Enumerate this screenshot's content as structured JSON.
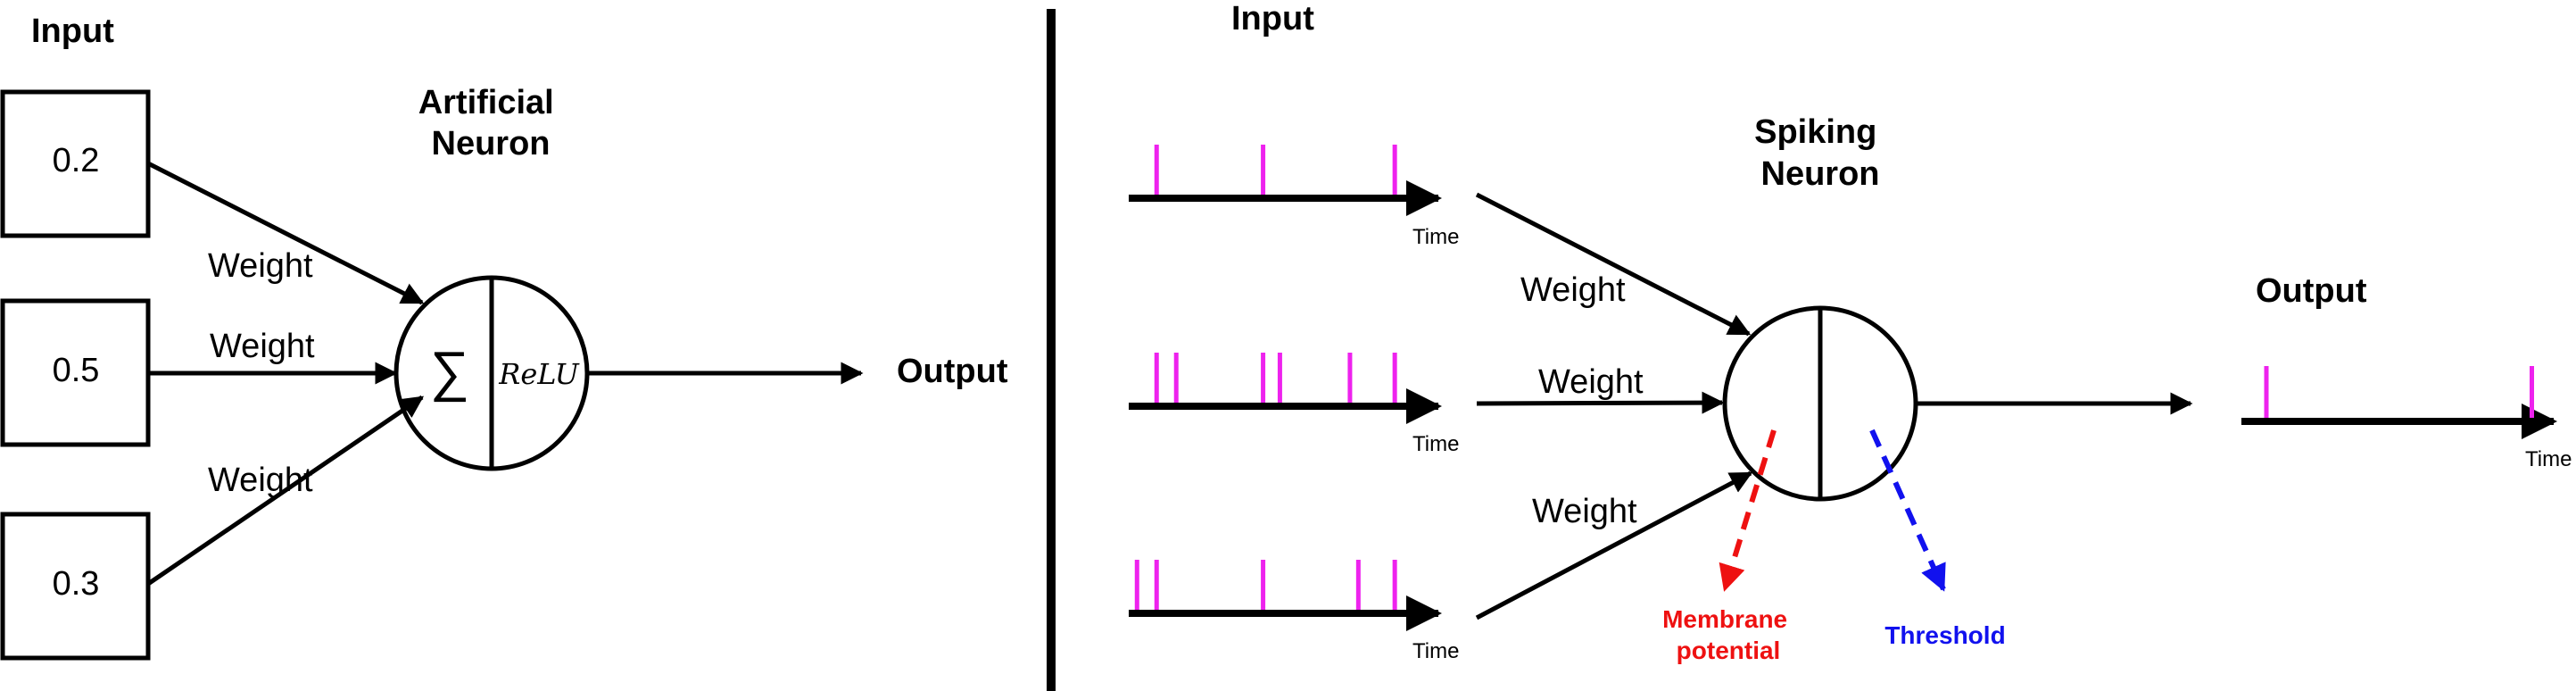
{
  "ann": {
    "input_label": "Input",
    "title": [
      "Artificial",
      "Neuron"
    ],
    "inputs": [
      "0.2",
      "0.5",
      "0.3"
    ],
    "weight_label": "Weight",
    "sum_symbol": "∑",
    "activation": "ReLU",
    "output_label": "Output"
  },
  "snn": {
    "input_label": "Input",
    "title": [
      "Spiking",
      "Neuron"
    ],
    "weight_label": "Weight",
    "time_label": "Time",
    "output_label": "Output",
    "membrane_label": [
      "Membrane",
      "potential"
    ],
    "threshold_label": "Threshold",
    "membrane_color": "#ee1111",
    "threshold_color": "#1111ee",
    "spike_color": "#ee22ee",
    "input_spike_trains": [
      [
        0.09,
        0.47,
        0.94
      ],
      [
        0.09,
        0.16,
        0.47,
        0.53,
        0.78,
        0.94
      ],
      [
        0.02,
        0.09,
        0.47,
        0.81,
        0.94
      ]
    ],
    "output_spike_train": [
      0.08,
      0.93
    ]
  }
}
